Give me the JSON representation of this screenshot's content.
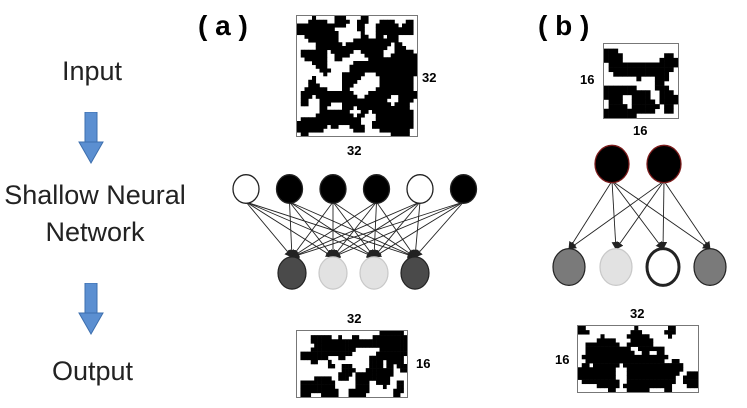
{
  "pipeline": {
    "input_label": "Input",
    "network_label_line1": "Shallow Neural",
    "network_label_line2": "Network",
    "output_label": "Output",
    "arrow_icon": "down-arrow-icon",
    "arrow_color": "#5b8fd1"
  },
  "panel_a": {
    "label": "( a )",
    "input_size": {
      "width_label": "32",
      "height_label": "32"
    },
    "input_nodes": [
      "white",
      "black",
      "black",
      "black",
      "white",
      "black"
    ],
    "output_nodes": [
      "dark",
      "light",
      "light",
      "dark"
    ],
    "output_size": {
      "width_label": "32",
      "height_label": "16"
    }
  },
  "panel_b": {
    "label": "( b )",
    "input_size": {
      "width_label": "16",
      "height_label": "16"
    },
    "input_nodes": [
      "black",
      "black"
    ],
    "output_nodes": [
      "mid",
      "light",
      "white",
      "mid"
    ],
    "output_size": {
      "width_label": "32",
      "height_label": "16"
    }
  },
  "colors": {
    "white": "#ffffff",
    "black": "#000000",
    "dark": "#4a4a4a",
    "light": "#e2e2e2",
    "mid": "#7a7a7a",
    "node_border": "#222222"
  }
}
